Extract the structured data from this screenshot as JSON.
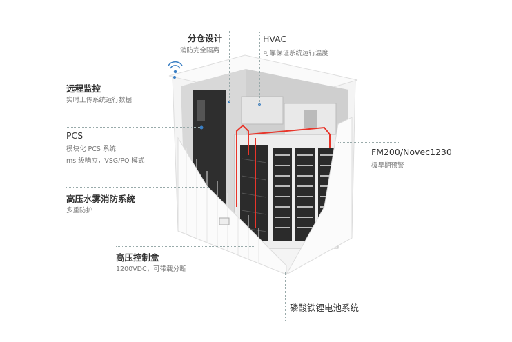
{
  "callouts": {
    "compartment": {
      "title": "分仓设计",
      "desc": "消防完全隔离"
    },
    "hvac": {
      "title": "HVAC",
      "desc": "可靠保证系统运行温度"
    },
    "monitoring": {
      "title": "远程监控",
      "desc": "实时上传系统运行数据"
    },
    "pcs": {
      "title": "PCS",
      "desc1": "模块化 PCS 系统",
      "desc2": "ms 级响应，VSG/PQ 模式"
    },
    "fm200": {
      "title": "FM200/Novec1230",
      "desc": "极早期预警"
    },
    "water_mist": {
      "title": "高压水雾消防系统",
      "desc": "多重防护"
    },
    "hv_box": {
      "title": "高压控制盒",
      "desc": "1200VDC，可带载分断"
    },
    "battery": {
      "title": "磷酸铁锂电池系统"
    }
  },
  "colors": {
    "pipe": "#e8352a",
    "rack": "#2b2b2b",
    "shell": "#f2f2f2",
    "accent": "#3a7fc4"
  }
}
